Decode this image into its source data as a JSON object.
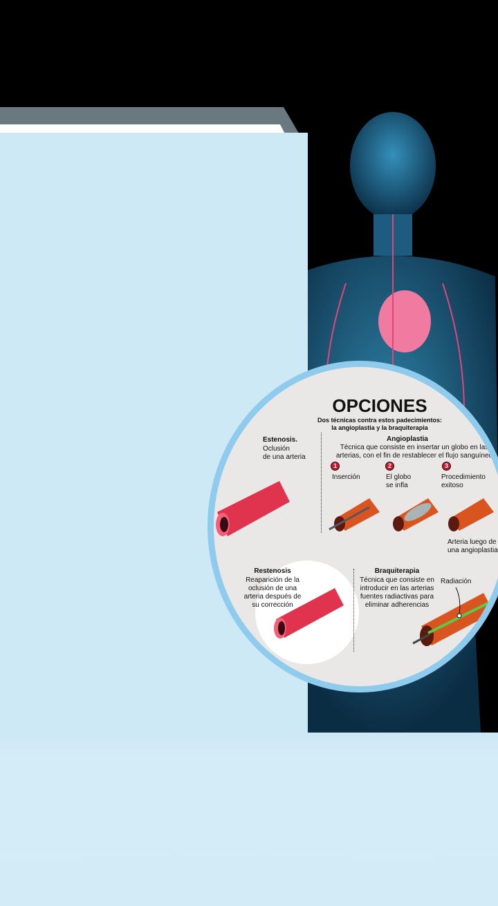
{
  "title": "OPCIONES",
  "subtitle": [
    "Dos técnicas contra estos padecimientos:",
    "la angioplastia y la braquiterapia"
  ],
  "estenosis": {
    "title": "Estenosis.",
    "text": [
      "Oclusión",
      "de una arteria"
    ]
  },
  "angioplastia": {
    "title": "Angioplastia",
    "text": [
      "Técnica que consiste en insertar un globo en las",
      "arterias, con el fin de restablecer el flujo sanguíneo"
    ],
    "steps": [
      {
        "n": "1",
        "label": [
          "Inserción"
        ]
      },
      {
        "n": "2",
        "label": [
          "El globo",
          "se infla"
        ]
      },
      {
        "n": "3",
        "label": [
          "Procedimiento",
          "exitoso"
        ]
      }
    ],
    "after": [
      "Arteria luego de",
      "una angioplastia"
    ]
  },
  "restenosis": {
    "title": "Restenosis",
    "text": [
      "Reaparición de la",
      "oclusión de una",
      "arteria después de",
      "su corrección"
    ]
  },
  "braquiterapia": {
    "title": "Braquiterapia",
    "text": [
      "Técnica que consiste en",
      "introducir en las arterias",
      "fuentes radiactivas para",
      "eliminar adherencias"
    ],
    "radiacion": "Radiación"
  },
  "colors": {
    "accent": "#d2142a",
    "ring": "#8fcbed",
    "panel": "#cde9f6",
    "artery": "#e0344e",
    "radiation": "#5bc94a"
  }
}
